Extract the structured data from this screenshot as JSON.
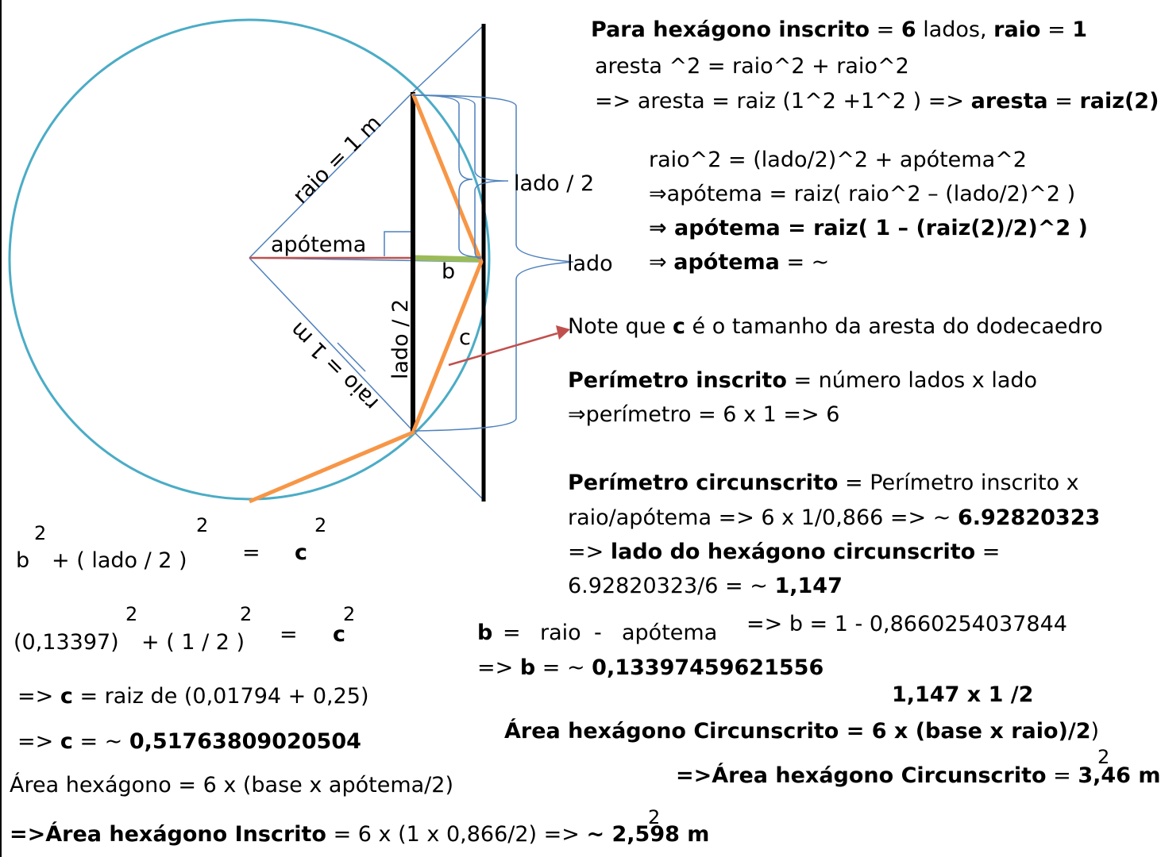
{
  "diagram": {
    "raio_top": "raio = 1 m",
    "raio_bottom": "raio = 1 m",
    "apotema": "apótema",
    "b_label": "b",
    "c_label": "c",
    "lado2_vertical": "lado / 2",
    "lado2_right": "lado / 2",
    "lado": "lado",
    "colors": {
      "circle": "#4bacc6",
      "lines": "#4f81bd",
      "hexagon_edge": "#f79646",
      "b_segment": "#9bbb59",
      "apotema_line": "#c0504d",
      "arrow": "#c0504d",
      "vertical": "#000000"
    }
  },
  "top_right": {
    "l1_a": "Para hexágono inscrito",
    "l1_b": " = ",
    "l1_c": "6",
    "l1_d": " lados, ",
    "l1_e": "raio",
    "l1_f": " = ",
    "l1_g": "1",
    "l2": "aresta ^2  = raio^2 + raio^2",
    "l3_a": "=> aresta  = raiz (1^2 +1^2 )  => ",
    "l3_b": "aresta",
    "l3_c": " = ",
    "l3_d": "raiz(2)"
  },
  "apotema_calc": {
    "l1": "raio^2  = (lado/2)^2 + apótema^2",
    "l2": "⇒apótema = raiz( raio^2 – (lado/2)^2 )",
    "l3": "⇒ apótema = raiz( 1 – (raiz(2)/2)^2 )",
    "l4_a": "⇒ ",
    "l4_b": "apótema",
    "l4_c": " = ~"
  },
  "note": {
    "a": "Note que ",
    "b": "c",
    "c": " é o tamanho da aresta do dodecaedro"
  },
  "perimetro_inscrito": {
    "l1_a": "Perímetro inscrito",
    "l1_b": " = número lados x lado",
    "l2": "⇒perímetro = 6 x 1 => 6"
  },
  "perimetro_circ": {
    "l1_a": "Perímetro circunscrito",
    "l1_b": " = Perímetro inscrito x",
    "l2_a": "raio/apótema => 6 x 1/0,866 => ~ ",
    "l2_b": "6.92820323",
    "l3_a": "=> ",
    "l3_b": "lado do hexágono circunscrito",
    "l3_c": " =",
    "l4_a": "6.92820323/6 = ~ ",
    "l4_b": "1,147"
  },
  "b_calc": {
    "b": "b",
    "eq": "=",
    "raio": "raio",
    "minus": "-",
    "apotema": "apótema",
    "rhs": "=> b    =     1 - 0,8660254037844",
    "l2_a": "=> ",
    "l2_b": "b",
    "l2_c": " = ~ ",
    "l2_d": "0,13397459621556"
  },
  "area_circ": {
    "note": "1,147 x   1      /2",
    "l1_a": "Área hexágono Circunscrito = 6 x (base x  raio)/2",
    "l1_b": ")",
    "l2_a": "=>Área hexágono Circunscrito",
    "l2_b": " = ",
    "l2_c": "3,46",
    "l2_d": " m",
    "exp": "2"
  },
  "pythag": {
    "exp": "2",
    "b": "b",
    "plus": "+  ( lado / 2 )",
    "eq": "=",
    "c": "c"
  },
  "numeric": {
    "left": "(0,13397)",
    "plus": "+ ( 1 / 2 )",
    "eq": "=",
    "c": "c",
    "exp": "2"
  },
  "c_calc": {
    "l1_a": "=> ",
    "l1_b": "c",
    "l1_c": " = raiz de (0,01794 + 0,25)",
    "l2_a": "=> ",
    "l2_b": "c",
    "l2_c": " = ~ ",
    "l2_d": "0,51763809020504"
  },
  "area_insc": {
    "l1": "Área hexágono = 6 x (base x apótema/2)",
    "l2_a": "=>Área hexágono Inscrito",
    "l2_b": " = 6 x (1 x 0,866/2) => ",
    "l2_c": "~ 2,598",
    "l2_d": " m",
    "exp": "2"
  }
}
